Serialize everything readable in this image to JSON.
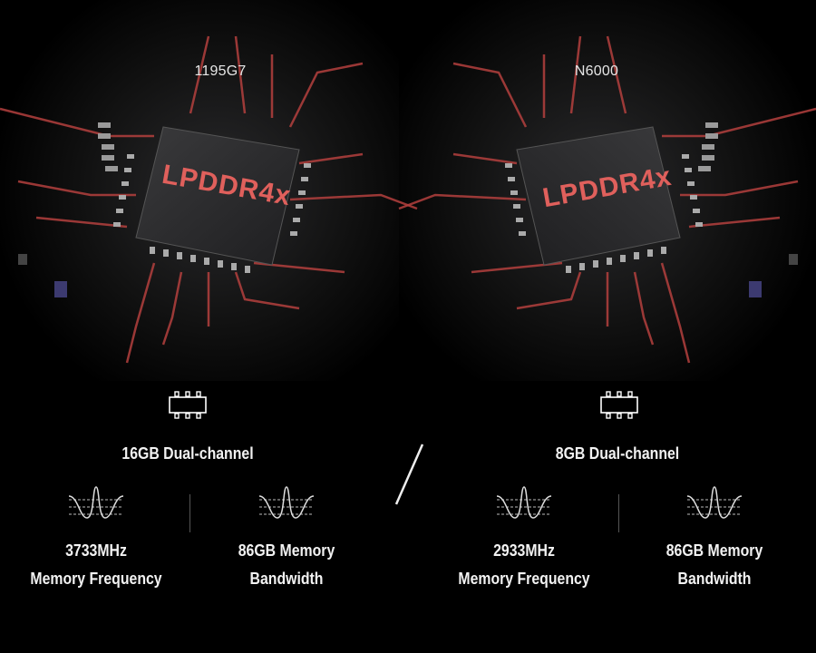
{
  "left": {
    "title": "1195G7",
    "chip_label": "LPDDR4x",
    "capacity": "16GB Dual-channel",
    "frequency_value": "3733MHz",
    "frequency_label": "Memory Frequency",
    "bandwidth_value": "86GB Memory",
    "bandwidth_label": "Bandwidth"
  },
  "right": {
    "title": "N6000",
    "chip_label": "LPDDR4x",
    "capacity": "8GB Dual-channel",
    "frequency_value": "2933MHz",
    "frequency_label": "Memory Frequency",
    "bandwidth_value": "86GB Memory",
    "bandwidth_label": "Bandwidth"
  },
  "colors": {
    "accent": "#e0605c",
    "background": "#000000",
    "chip": "#2a2a2c"
  },
  "icons": [
    "memory-chip-icon",
    "waveform-icon"
  ]
}
